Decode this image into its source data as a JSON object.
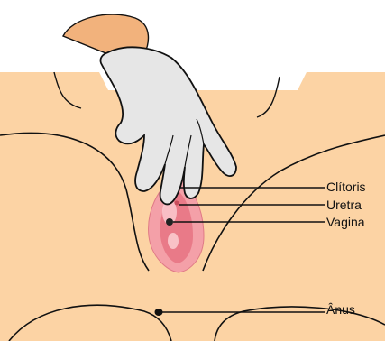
{
  "labels": {
    "clitoris": "Clítoris",
    "uretra": "Uretra",
    "vagina": "Vagina",
    "anus": "Ânus"
  },
  "colors": {
    "skin": "#fcd3a4",
    "skin_outline": "#111111",
    "glove": "#e6e6e6",
    "glove_outline": "#111111",
    "hand_skin": "#f2b27c",
    "vulva_outer": "#f4a0a8",
    "vulva_inner": "#e97a88",
    "vulva_light": "#fbd0d4",
    "opening": "#222222",
    "leader_line": "#111111"
  },
  "icons": {
    "body": "perineum-illustration",
    "glove": "gloved-hand-illustration"
  }
}
